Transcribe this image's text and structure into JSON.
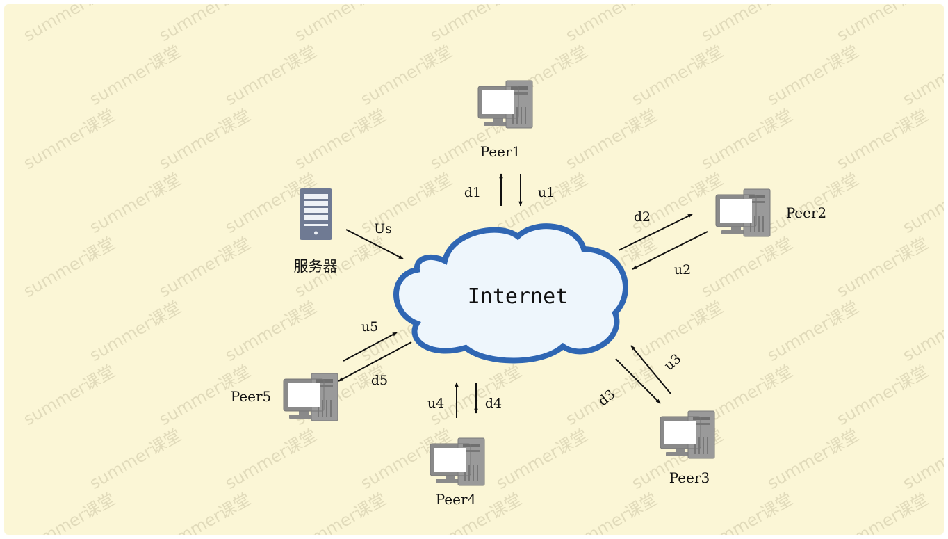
{
  "watermark": "summer课堂",
  "cloud": {
    "label": "Internet"
  },
  "server": {
    "label": "服务器"
  },
  "peers": [
    {
      "id": "peer1",
      "label": "Peer1"
    },
    {
      "id": "peer2",
      "label": "Peer2"
    },
    {
      "id": "peer3",
      "label": "Peer3"
    },
    {
      "id": "peer4",
      "label": "Peer4"
    },
    {
      "id": "peer5",
      "label": "Peer5"
    }
  ],
  "links": {
    "us": "Us",
    "d1": "d1",
    "u1": "u1",
    "d2": "d2",
    "u2": "u2",
    "d3": "d3",
    "u3": "u3",
    "u4": "u4",
    "d4": "d4",
    "u5": "u5",
    "d5": "d5"
  },
  "colors": {
    "background": "#fbf6d6",
    "cloud_fill": "#eef6fc",
    "cloud_stroke": "#2f66b3",
    "computer": "#8a8a8a",
    "server": "#6f7a93",
    "arrow": "#111111"
  }
}
